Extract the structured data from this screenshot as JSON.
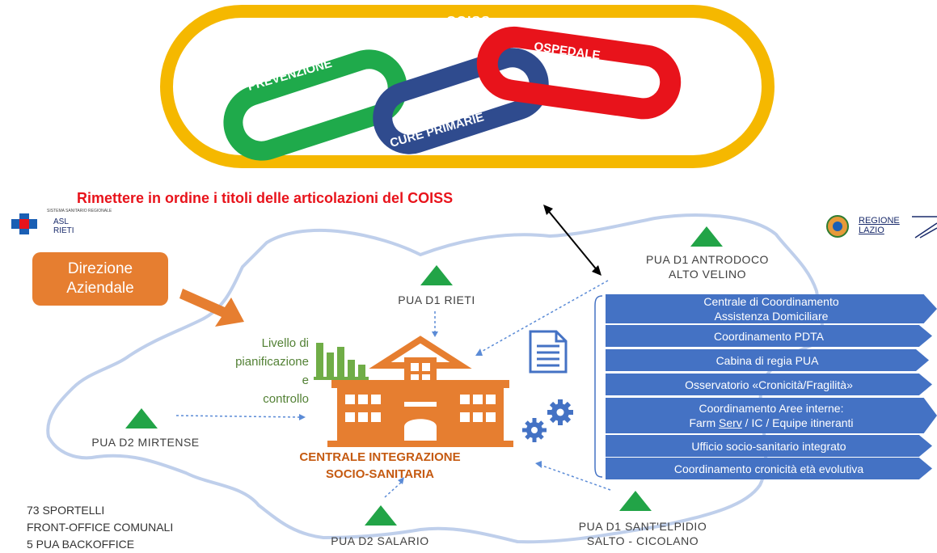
{
  "top_diagram": {
    "title": "COISS",
    "links": [
      "PREVENZIONE",
      "OSPEDALE",
      "CURE PRIMARIE"
    ]
  },
  "note": "Rimettere in ordine i titoli delle articolazioni del COISS",
  "logos": {
    "asl_small": "SISTEMA SANITARIO REGIONALE",
    "asl_line1": "ASL",
    "asl_line2": "RIETI",
    "regione_line1": "REGIONE",
    "regione_line2": "LAZIO"
  },
  "direzione": {
    "line1": "Direzione",
    "line2": "Aziendale"
  },
  "level": {
    "line1": "Livello di",
    "line2": "pianificazione e",
    "line3": "controllo"
  },
  "centrale": {
    "line1": "CENTRALE INTEGRAZIONE",
    "line2": "SOCIO-SANITARIA"
  },
  "pua": {
    "rieti": "PUA D1 RIETI",
    "antrodoco_1": "PUA D1 ANTRODOCO",
    "antrodoco_2": "ALTO VELINO",
    "mirtense": "PUA D2 MIRTENSE",
    "salario": "PUA D2 SALARIO",
    "santelpidio_1": "PUA D1 SANT'ELPIDIO",
    "santelpidio_2": "SALTO - CICOLANO"
  },
  "bottom_left": {
    "line1": "73 SPORTELLI",
    "line2": "FRONT-OFFICE COMUNALI",
    "line3": "5 PUA BACKOFFICE"
  },
  "articolazioni": {
    "item1_l1": "Centrale di Coordinamento",
    "item1_l2": "Assistenza Domiciliare",
    "item2": "Coordinamento PDTA",
    "item3": "Cabina di regia PUA",
    "item4": "Osservatorio «Cronicità/Fragilità»",
    "item5_l1": "Coordinamento  Aree interne:",
    "item5_l2a": "Farm ",
    "item5_l2b": "Serv",
    "item5_l2c": " / IC / Equipe itineranti",
    "item6": "Ufficio socio-sanitario integrato",
    "item7": "Coordinamento cronicità età evolutiva"
  },
  "colors": {
    "gold": "#f5b800",
    "red": "#e8131b",
    "green": "#1faa4b",
    "navy": "#2f4b8e",
    "orange": "#e67e30",
    "bar_blue": "#4472c4",
    "triangle_green": "#22a447"
  }
}
